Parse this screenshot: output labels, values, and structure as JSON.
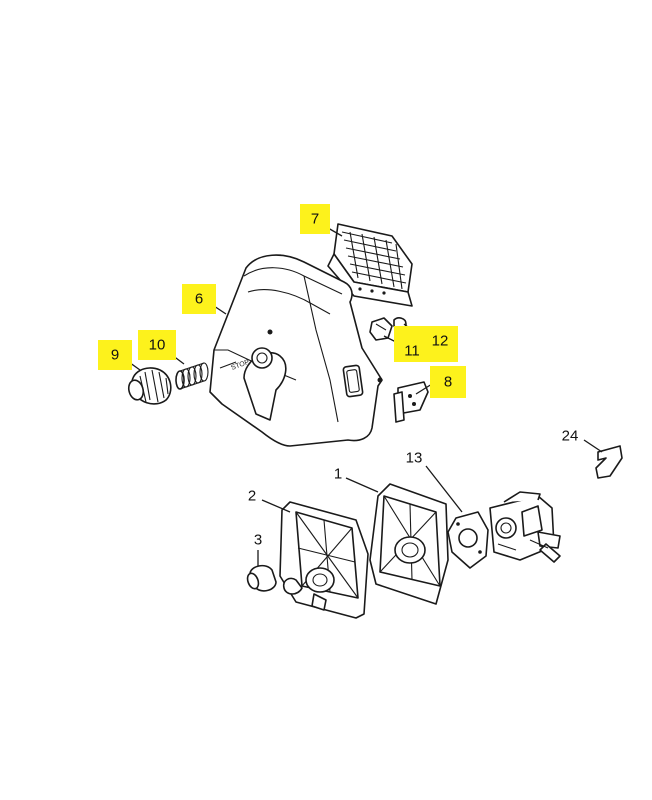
{
  "highlight_color": "#fdf21c",
  "line_color": "#1a1a1a",
  "callouts": {
    "p1": "1",
    "p2": "2",
    "p3": "3",
    "p6": "6",
    "p7": "7",
    "p8": "8",
    "p9": "9",
    "p10": "10",
    "p11": "11",
    "p12": "12",
    "p13": "13",
    "p24": "24"
  },
  "cover_marking": "STOP"
}
